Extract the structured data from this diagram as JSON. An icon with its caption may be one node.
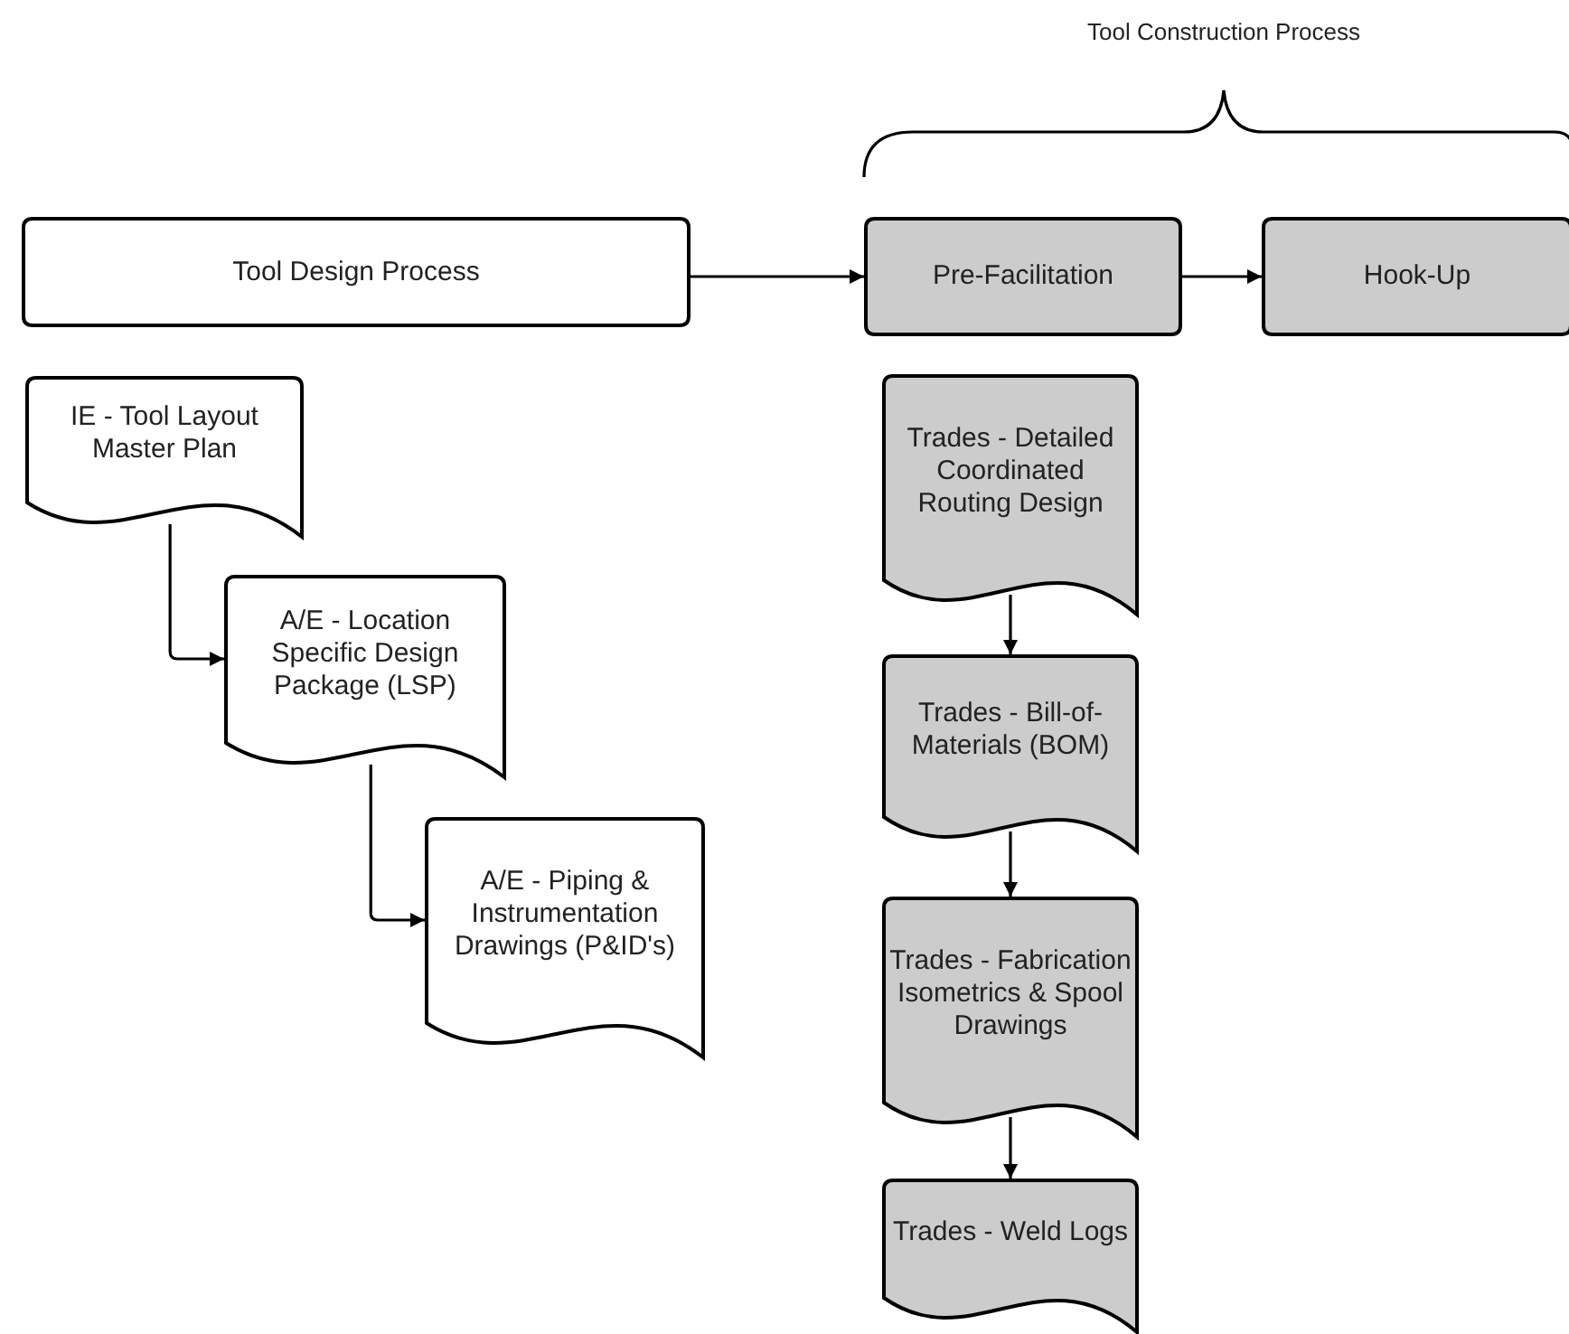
{
  "diagram": {
    "nodes": [
      {
        "text": [
          "Tool Design Process"
        ]
      },
      {
        "text": [
          "Pre-Facilitation"
        ]
      },
      {
        "text": [
          "Hook-Up"
        ]
      },
      {
        "text": [
          "IE - Tool Layout Master Plan"
        ]
      },
      {
        "text": [
          "A/E - Location Specific Design Package (LSP)"
        ]
      },
      {
        "text": [
          "A/E - Piping & Instrumentation Drawings (P&ID's)"
        ]
      },
      {
        "text": [
          "Trades - Detailed Coordinated Routing Design"
        ]
      },
      {
        "text": [
          "Trades - Bill-of-Materials (BOM)"
        ]
      },
      {
        "text": [
          "Trades - Fabrication Isometrics & Spool Drawings"
        ]
      },
      {
        "text": [
          "Trades - Weld Logs"
        ]
      }
    ],
    "edges": [
      {
        "from": 0,
        "to": 1,
        "arrow": "to"
      },
      {
        "from": 1,
        "to": 2,
        "arrow": "to"
      },
      {
        "from": 3,
        "to": 4,
        "arrow": "to"
      },
      {
        "from": 4,
        "to": 5,
        "arrow": "to"
      },
      {
        "from": 6,
        "to": 7,
        "arrow": "to"
      },
      {
        "from": 7,
        "to": 8,
        "arrow": "to"
      },
      {
        "from": 8,
        "to": 9,
        "arrow": "to"
      }
    ],
    "labels": [
      "Tool Construction Process"
    ]
  }
}
